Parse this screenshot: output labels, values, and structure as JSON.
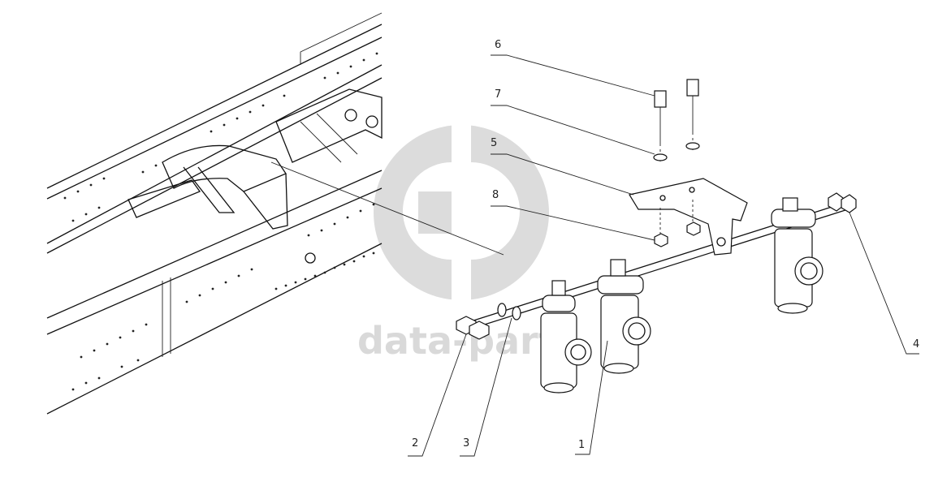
{
  "watermark": {
    "text": "data-parts",
    "color": "#d9d9d9"
  },
  "callouts": [
    {
      "id": "1",
      "label": "1"
    },
    {
      "id": "2",
      "label": "2"
    },
    {
      "id": "3",
      "label": "3"
    },
    {
      "id": "4",
      "label": "4"
    },
    {
      "id": "5",
      "label": "5"
    },
    {
      "id": "6",
      "label": "6"
    },
    {
      "id": "7",
      "label": "7"
    },
    {
      "id": "8",
      "label": "8"
    }
  ],
  "icons": {
    "watermark_logo": "data-parts-logo-icon",
    "chassis": "truck-frame-icon",
    "valve": "valve-icon"
  }
}
